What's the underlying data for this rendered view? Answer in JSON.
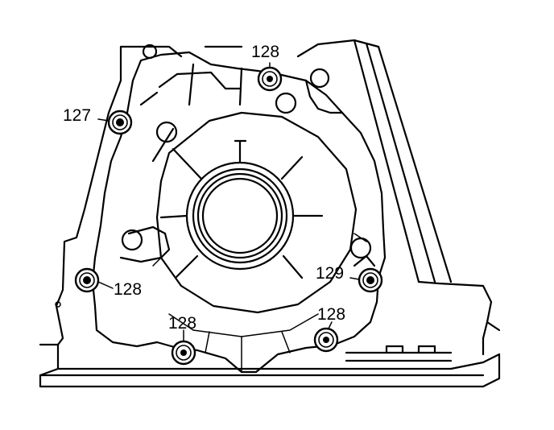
{
  "colors": {
    "line": "#000000",
    "background": "#ffffff"
  },
  "callouts": {
    "top": "128",
    "left_upper": "127",
    "left_lower": "128",
    "bottom_left": "128",
    "right": "129",
    "bottom_right": "128"
  }
}
